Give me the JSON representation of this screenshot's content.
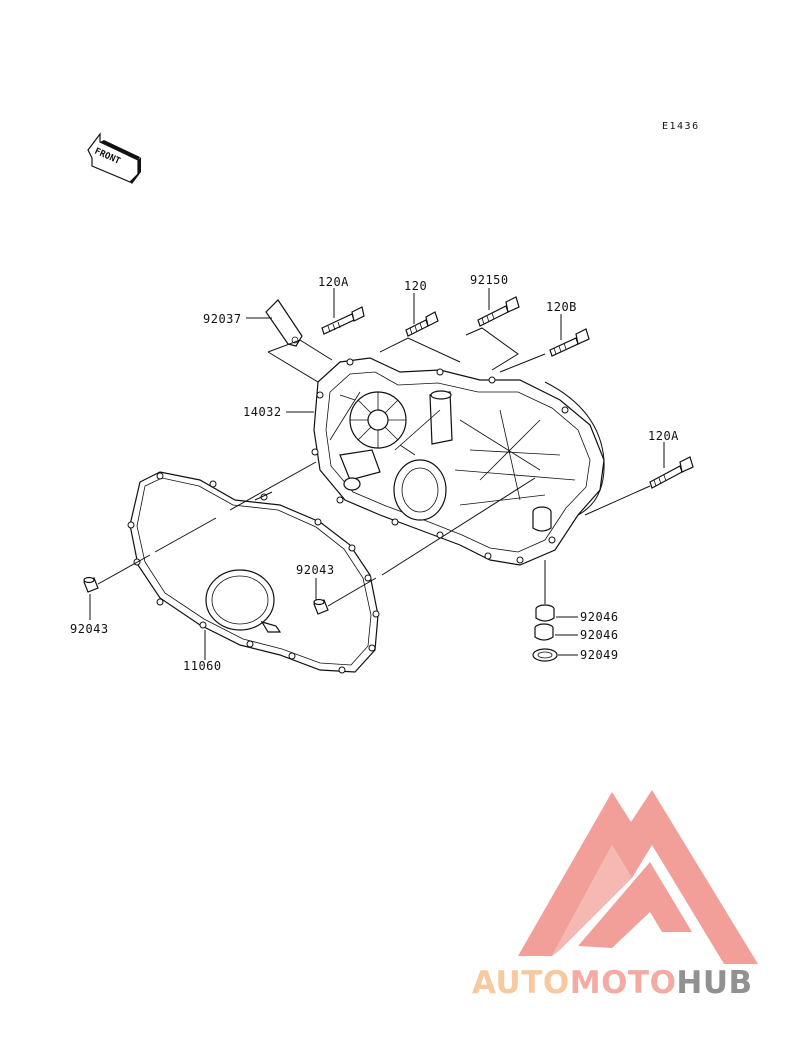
{
  "diagram": {
    "code": "E1436",
    "front_arrow_text": "FRONT",
    "callouts": [
      {
        "id": "c-120a-top",
        "text": "120A"
      },
      {
        "id": "c-120",
        "text": "120"
      },
      {
        "id": "c-92150",
        "text": "92150"
      },
      {
        "id": "c-120b",
        "text": "120B"
      },
      {
        "id": "c-92037",
        "text": "92037"
      },
      {
        "id": "c-14032",
        "text": "14032"
      },
      {
        "id": "c-120a-right",
        "text": "120A"
      },
      {
        "id": "c-92043-mid",
        "text": "92043"
      },
      {
        "id": "c-92043-left",
        "text": "92043"
      },
      {
        "id": "c-11060",
        "text": "11060"
      },
      {
        "id": "c-92046-a",
        "text": "92046"
      },
      {
        "id": "c-92046-b",
        "text": "92046"
      },
      {
        "id": "c-92049",
        "text": "92049"
      }
    ]
  },
  "watermark": {
    "part1": "AUTO",
    "part2": "MOTO",
    "part3": "HUB",
    "colors": {
      "auto": "#f6c79a",
      "moto": "#f4a79f",
      "hub": "#8c8c8c",
      "triangle": "#f29a94"
    }
  }
}
